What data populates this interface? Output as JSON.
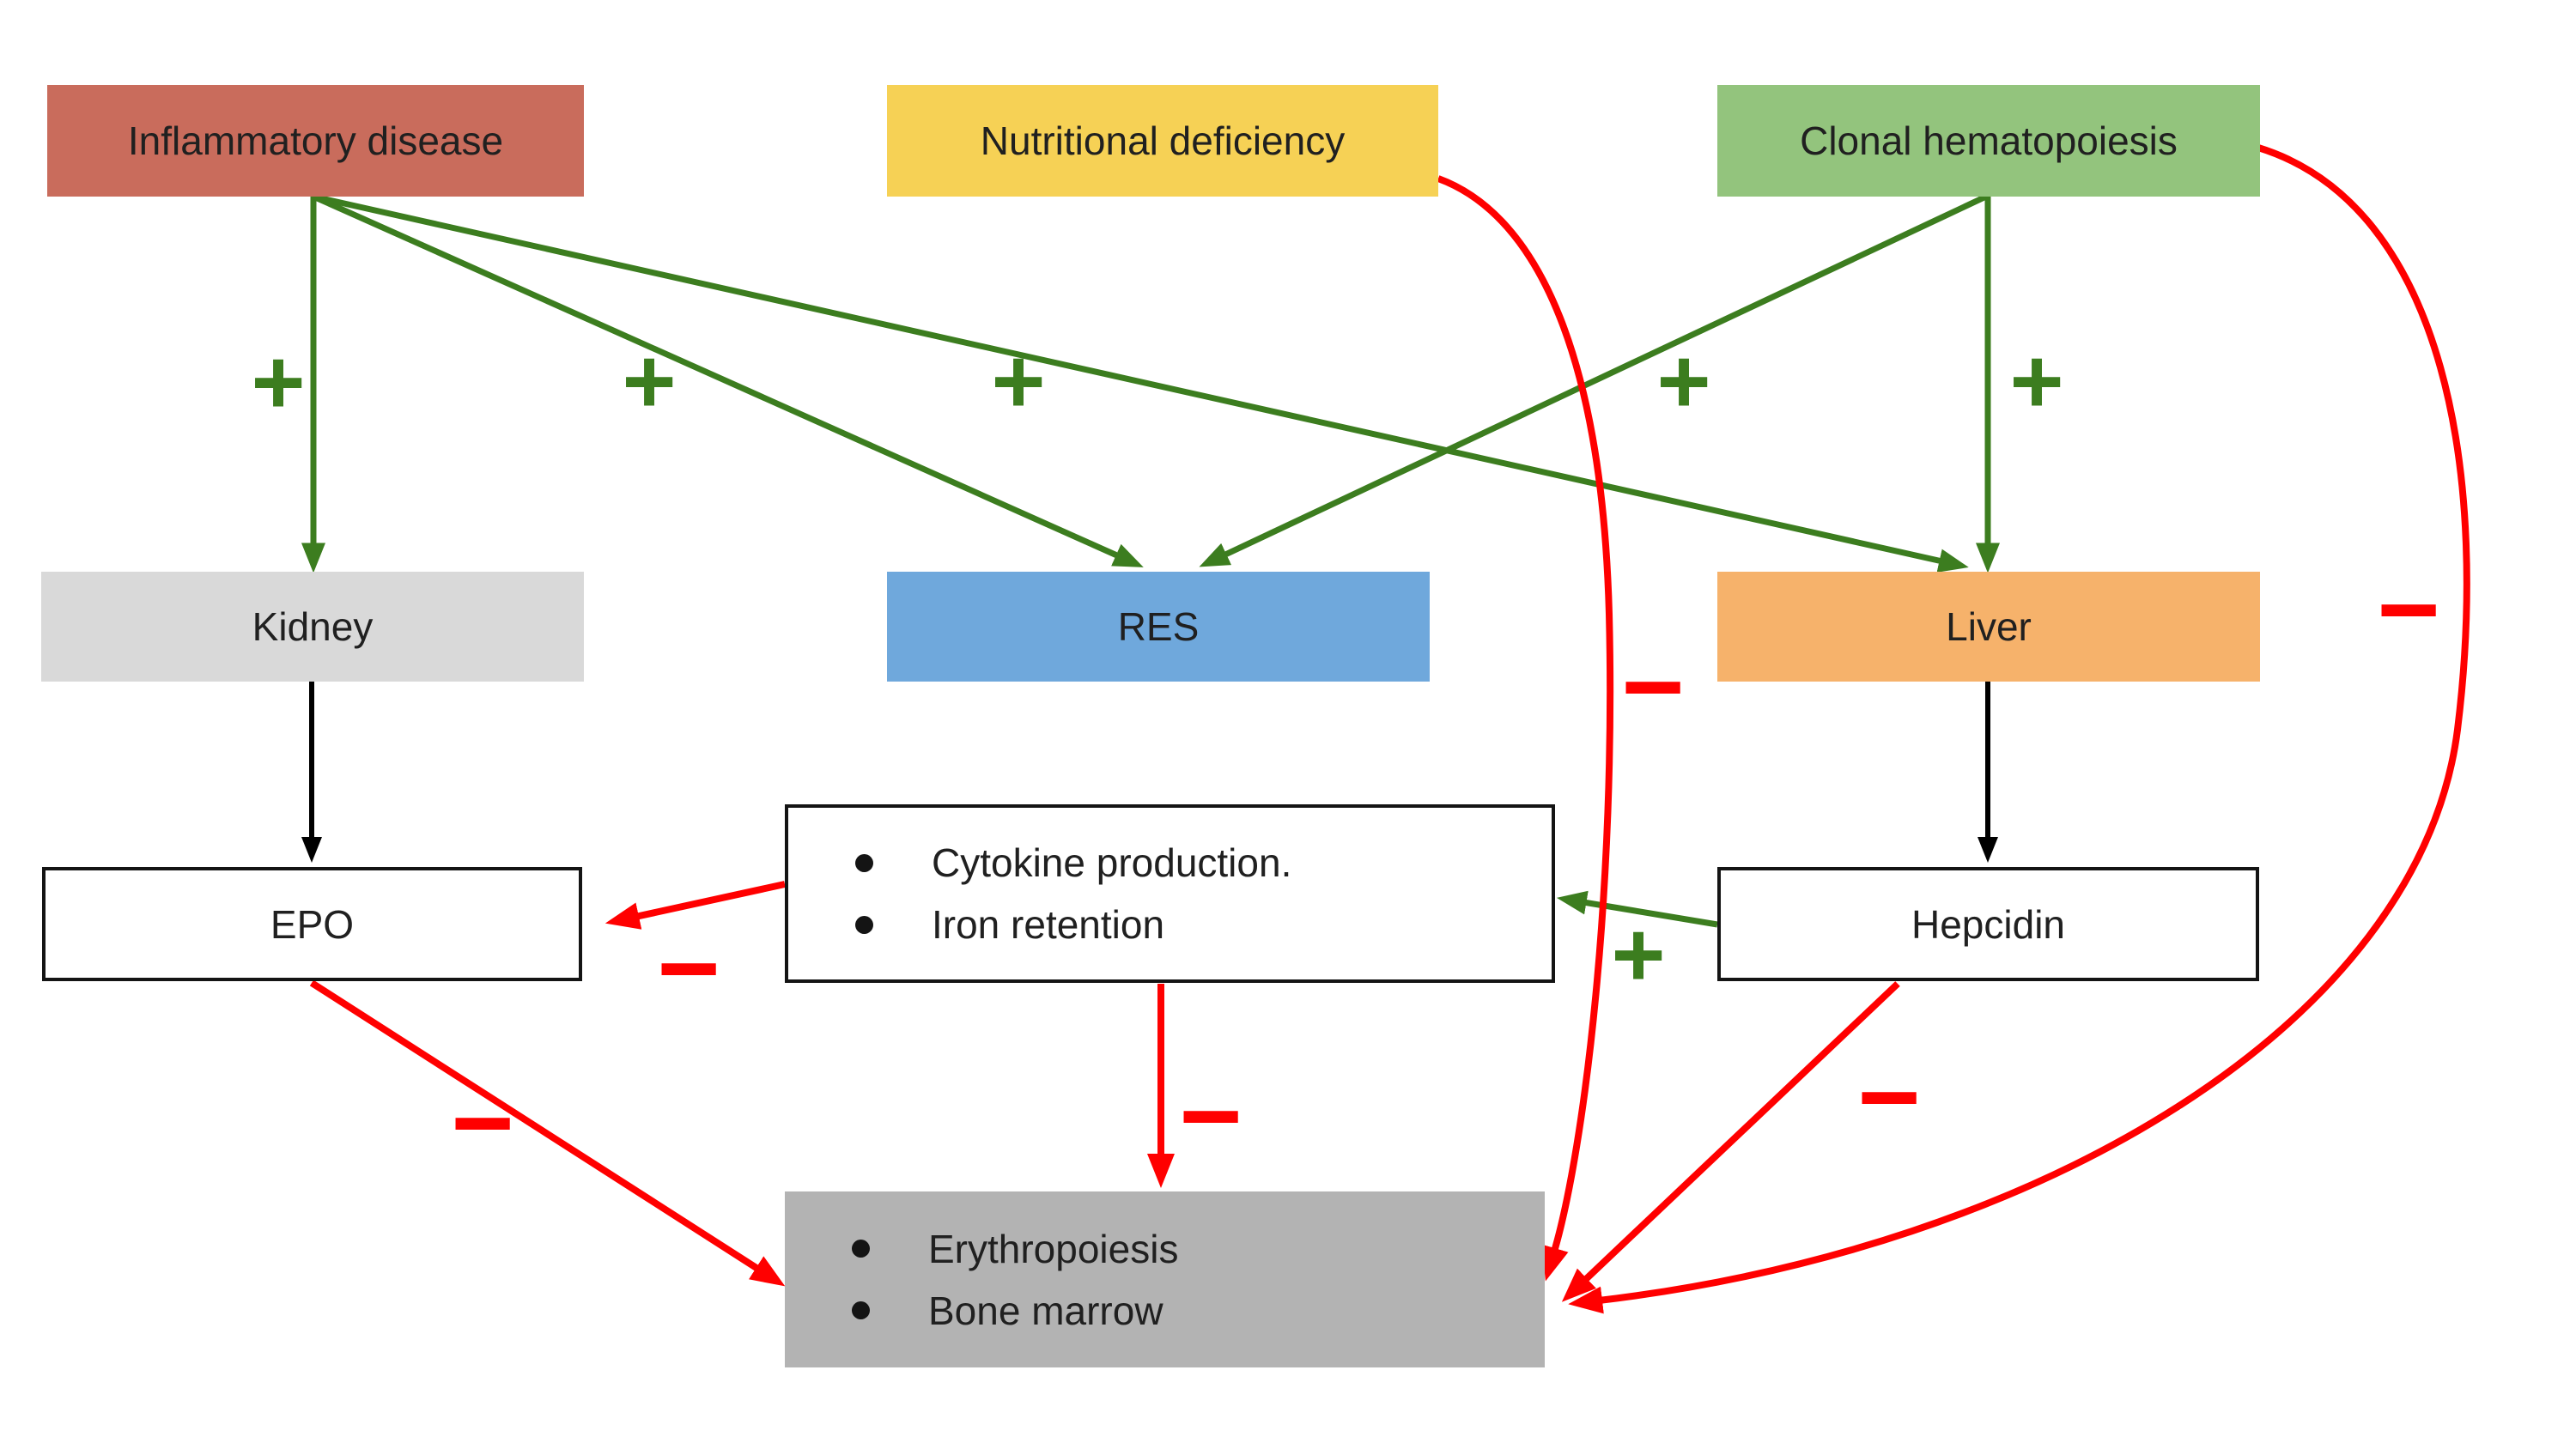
{
  "diagram": {
    "nodes": {
      "inflammatory": {
        "label": "Inflammatory disease",
        "color": "#c96c5c"
      },
      "nutritional": {
        "label": "Nutritional deficiency",
        "color": "#f6d155"
      },
      "clonal": {
        "label": "Clonal hematopoiesis",
        "color": "#93c47d"
      },
      "kidney": {
        "label": "Kidney",
        "color": "#d9d9d9"
      },
      "res": {
        "label": "RES",
        "color": "#6fa8dc"
      },
      "liver": {
        "label": "Liver",
        "color": "#f6b26b"
      },
      "epo": {
        "label": "EPO",
        "color": "#ffffff"
      },
      "cytokine": {
        "bullets": [
          "Cytokine production.",
          "Iron retention"
        ],
        "color": "#ffffff"
      },
      "hepcidin": {
        "label": "Hepcidin",
        "color": "#ffffff"
      },
      "marrow": {
        "bullets": [
          "Erythropoiesis",
          "Bone marrow"
        ],
        "color": "#b3b3b3"
      }
    },
    "signs": {
      "plus": "+",
      "minus": "−"
    },
    "colors": {
      "positive_edge": "#3c7d1f",
      "negative_edge": "#ff0000",
      "neutral_edge": "#000000"
    },
    "edges": [
      {
        "from": "Inflammatory disease",
        "to": "Kidney",
        "sign": "+",
        "color": "green"
      },
      {
        "from": "Inflammatory disease",
        "to": "RES",
        "sign": "+",
        "color": "green"
      },
      {
        "from": "Inflammatory disease",
        "to": "Liver",
        "sign": "+",
        "color": "green"
      },
      {
        "from": "Clonal hematopoiesis",
        "to": "RES",
        "sign": "+",
        "color": "green"
      },
      {
        "from": "Clonal hematopoiesis",
        "to": "Liver",
        "sign": "+",
        "color": "green"
      },
      {
        "from": "Kidney",
        "to": "EPO",
        "sign": "",
        "color": "black"
      },
      {
        "from": "Liver",
        "to": "Hepcidin",
        "sign": "",
        "color": "black"
      },
      {
        "from": "Hepcidin",
        "to": "Cytokine production / Iron retention",
        "sign": "+",
        "color": "green"
      },
      {
        "from": "Cytokine production / Iron retention",
        "to": "EPO",
        "sign": "−",
        "color": "red"
      },
      {
        "from": "Cytokine production / Iron retention",
        "to": "Erythropoiesis / Bone marrow",
        "sign": "−",
        "color": "red"
      },
      {
        "from": "EPO",
        "to": "Erythropoiesis / Bone marrow",
        "sign": "−",
        "color": "red"
      },
      {
        "from": "Hepcidin",
        "to": "Erythropoiesis / Bone marrow",
        "sign": "−",
        "color": "red"
      },
      {
        "from": "Nutritional deficiency",
        "to": "Erythropoiesis / Bone marrow",
        "sign": "−",
        "color": "red"
      },
      {
        "from": "Clonal hematopoiesis",
        "to": "Erythropoiesis / Bone marrow",
        "sign": "−",
        "color": "red"
      }
    ]
  }
}
